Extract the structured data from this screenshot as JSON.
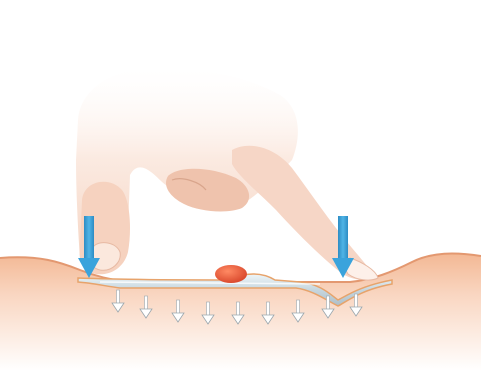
{
  "illustration": {
    "subject": "hand-pressing-dressing",
    "elements": [
      "hand-icon",
      "press-arrow-left",
      "press-arrow-right",
      "dressing-film",
      "wound-bump",
      "skin-layer",
      "pressure-arrows"
    ],
    "pressure_arrow_count": 9,
    "colors": {
      "background": "#ffffff",
      "skin_top": "#f7c9ad",
      "skin_mid": "#fbe1cf",
      "skin_edge": "#e39870",
      "fingertip_shadow": "#e7b9a3",
      "hand_light": "#fdf1ea",
      "press_arrow": "#3aa3dc",
      "press_arrow_dark": "#2d8cc4",
      "dressing": "#c9d9e0",
      "dressing_highlight": "#eef6f9",
      "dressing_edge": "#e7a36b",
      "wound": "#e8563a",
      "pressure_arrow": "#ffffff",
      "pressure_arrow_outline": "#9aa6ad"
    }
  }
}
